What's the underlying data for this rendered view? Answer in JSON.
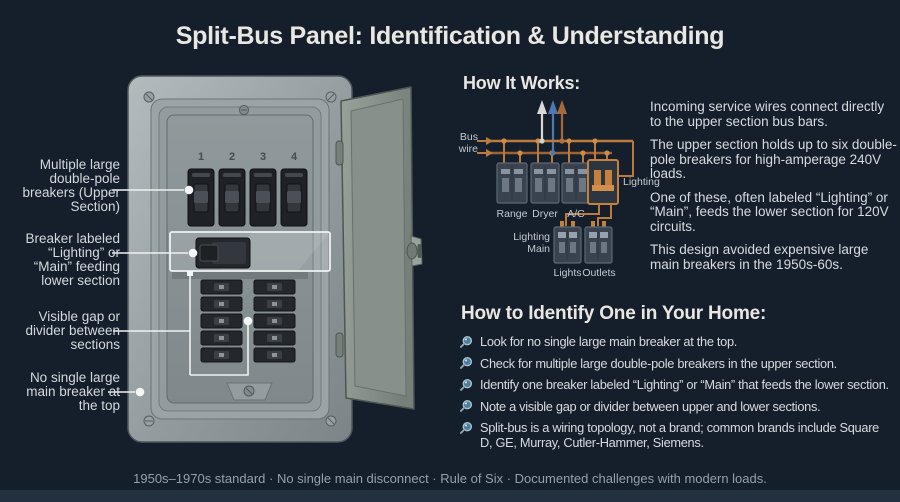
{
  "title": "Split-Bus Panel: Identification & Understanding",
  "panel": {
    "breaker_numbers": [
      "1",
      "2",
      "3",
      "4"
    ],
    "callouts": [
      {
        "label": "Multiple large double-pole breakers (Upper Section)"
      },
      {
        "label": "Breaker labeled “Lighting” or “Main” feeding lower section"
      },
      {
        "label": "Visible gap or divider between sections"
      },
      {
        "label": "No single large main breaker at the top"
      }
    ]
  },
  "how_it_works": {
    "heading": "How It Works:",
    "diagram": {
      "bus_label": "Bus wire",
      "upper_breaker_labels": [
        "Range",
        "Dryer",
        "A/C"
      ],
      "lighting_label": "Lighting",
      "feed_label": "Lighting Main",
      "lower_breaker_labels": [
        "Lights",
        "Outlets"
      ]
    },
    "paragraphs": [
      "Incoming service wires connect directly to the upper section bus bars.",
      "The upper section holds up to six double-pole breakers for high-amperage 240V loads.",
      "One of these, often labeled “Lighting” or “Main”, feeds the lower section for 120V circuits.",
      "This design avoided expensive large main breakers in the 1950s-60s."
    ]
  },
  "identify": {
    "heading": "How to Identify One in Your Home:",
    "bullets": [
      "Look for no single large main breaker at the top.",
      "Check for multiple large double-pole breakers in the upper section.",
      "Identify one breaker labeled “Lighting” or “Main” that feeds the lower section.",
      "Note a visible gap or divider between upper and lower sections.",
      "Split-bus is a wiring topology, not a brand; common brands include Square D, GE, Murray, Cutler-Hammer, Siemens."
    ]
  },
  "footer": "1950s–1970s standard · No single main disconnect · Rule of Six · Documented challenges with modern loads.",
  "colors": {
    "background": "#151f2b",
    "title_text": "#e9e7e1",
    "body_text": "#d7dbdf",
    "muted_text": "#93a0ad",
    "panel_metal": "#8e989b",
    "breaker_dark": "#22262b",
    "highlight_white": "#f2f5f5",
    "wire_orange": "#c5803c",
    "wire_blue": "#4b79b0",
    "wire_neutral": "#d6dad6",
    "diagram_box": "#39434f"
  }
}
